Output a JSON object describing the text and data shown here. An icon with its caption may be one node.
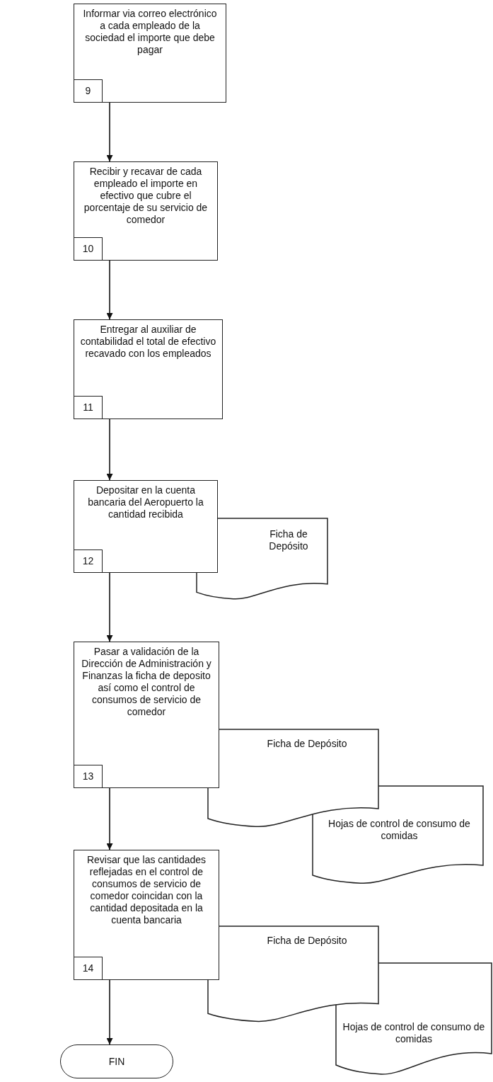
{
  "diagram": {
    "nodes": [
      {
        "text": [
          "Informar via correo electrónico a cada empleado de la sociedad el importe que debe pagar",
          "9"
        ]
      },
      {
        "text": [
          "Recibir y recavar de cada empleado el importe en efectivo que cubre el porcentaje de su servicio de comedor",
          "10"
        ]
      },
      {
        "text": [
          "Entregar al auxiliar de contabilidad el total de efectivo recavado con los empleados",
          "11"
        ]
      },
      {
        "text": [
          "Depositar en la cuenta bancaria del Aeropuerto la cantidad recibida",
          "12"
        ]
      },
      {
        "text": [
          "Ficha de Depósito"
        ]
      },
      {
        "text": [
          "Pasar a validación de la Dirección de Administración y Finanzas la ficha de deposito así como el control de consumos de servicio de comedor",
          "13"
        ]
      },
      {
        "text": [
          "Ficha de Depósito"
        ]
      },
      {
        "text": [
          "Hojas de control de consumo de comidas"
        ]
      },
      {
        "text": [
          "Revisar que las cantidades reflejadas en el control de consumos de servicio de comedor coincidan con la cantidad depositada en la cuenta bancaria",
          "14"
        ]
      },
      {
        "text": [
          "Ficha de Depósito"
        ]
      },
      {
        "text": [
          "Hojas de control de consumo de comidas"
        ]
      },
      {
        "text": [
          "FIN"
        ]
      }
    ],
    "edges": [
      {
        "from": 0,
        "to": 1,
        "arrow": "to"
      },
      {
        "from": 1,
        "to": 2,
        "arrow": "to"
      },
      {
        "from": 2,
        "to": 3,
        "arrow": "to"
      },
      {
        "from": 3,
        "to": 5,
        "arrow": "to"
      },
      {
        "from": 5,
        "to": 8,
        "arrow": "to"
      },
      {
        "from": 8,
        "to": 11,
        "arrow": "to"
      }
    ]
  }
}
